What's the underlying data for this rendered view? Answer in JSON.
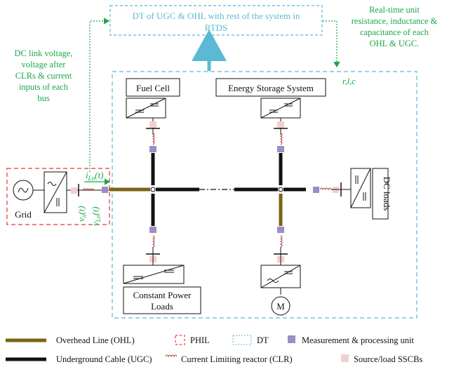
{
  "colors": {
    "dt_box": "#5bb9d6",
    "phil_box": "#e8343a",
    "green_text": "#1aa84a",
    "blue_arrow": "#5bb9d6",
    "ohl": "#7a6416",
    "ugc": "#111111",
    "clr": "#b5433a",
    "meas_unit": "#9b8ec4",
    "sscb": "#f3cfd0"
  },
  "dt_title": {
    "line1": "DT of UGC & OHL with rest of the system in",
    "line2": "RTDS"
  },
  "right_note": {
    "line1": "Real-time unit",
    "line2": "resistance, inductance &",
    "line3": "capacitance of each",
    "line4": "OHL & UGC."
  },
  "left_note": {
    "line1": "DC link voltage,",
    "line2": "voltage after",
    "line3": "CLRs & current",
    "line4": "inputs of each",
    "line5": "bus"
  },
  "rlc_label": "r,l,c",
  "blocks": {
    "fuel_cell": "Fuel Cell",
    "ess": "Energy Storage System",
    "dc_loads": "DC loads",
    "cpl_line1": "Constant Power",
    "cpl_line2": "Loads",
    "motor": "M",
    "grid": "Grid"
  },
  "signals": {
    "current": "i",
    "current_sub": "Ln",
    "current_arg": "(t)",
    "vn": "v",
    "vn_sub": "n",
    "vn_arg": "(t)",
    "vln": "v",
    "vln_sub": "Ln",
    "vln_arg": "(t)"
  },
  "legend": {
    "ohl": "Overhead Line (OHL)",
    "phil": "PHIL",
    "dt": "DT",
    "meas": "Measurement & processing unit",
    "ugc": "Underground Cable (UGC)",
    "clr": "Current Limiting reactor (CLR)",
    "sscb": "Source/load SSCBs"
  }
}
